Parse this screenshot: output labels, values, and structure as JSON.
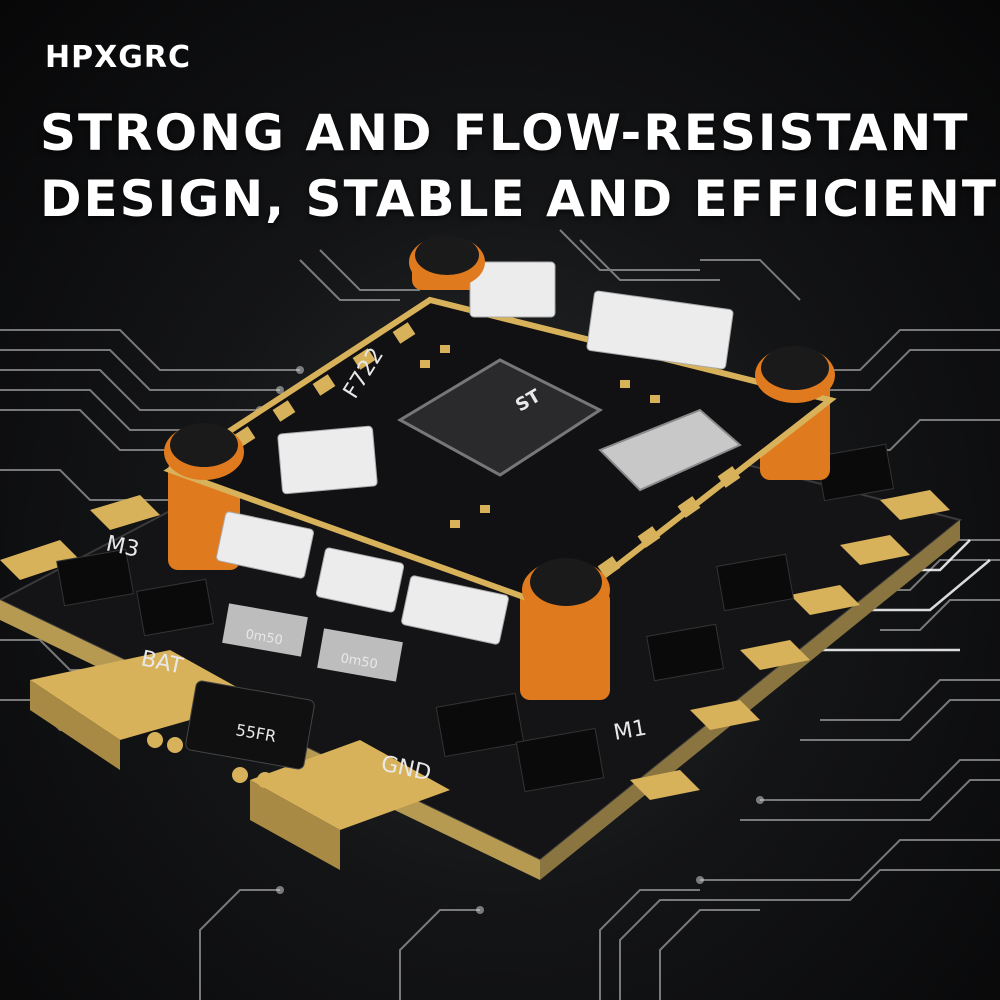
{
  "brand": {
    "logo_text": "HPXGRC"
  },
  "headline": {
    "line1": "STRONG AND FLOW-RESISTANT",
    "line2": "DESIGN, STABLE AND EFFICIENT"
  },
  "board": {
    "fc_label": "F722",
    "motor_m1": "M1",
    "motor_m3": "M3",
    "bat_label": "BAT",
    "gnd_label": "GND",
    "inductor_label": "55FR",
    "shunt_a": "0m50",
    "shunt_b": "0m50",
    "mcu_brand": "ST"
  },
  "colors": {
    "background": "#0b0b0c",
    "trace": "#d8d8d8",
    "pcb": "#1a1a1c",
    "gold": "#d8b25a",
    "standoff": "#e07a1e"
  }
}
